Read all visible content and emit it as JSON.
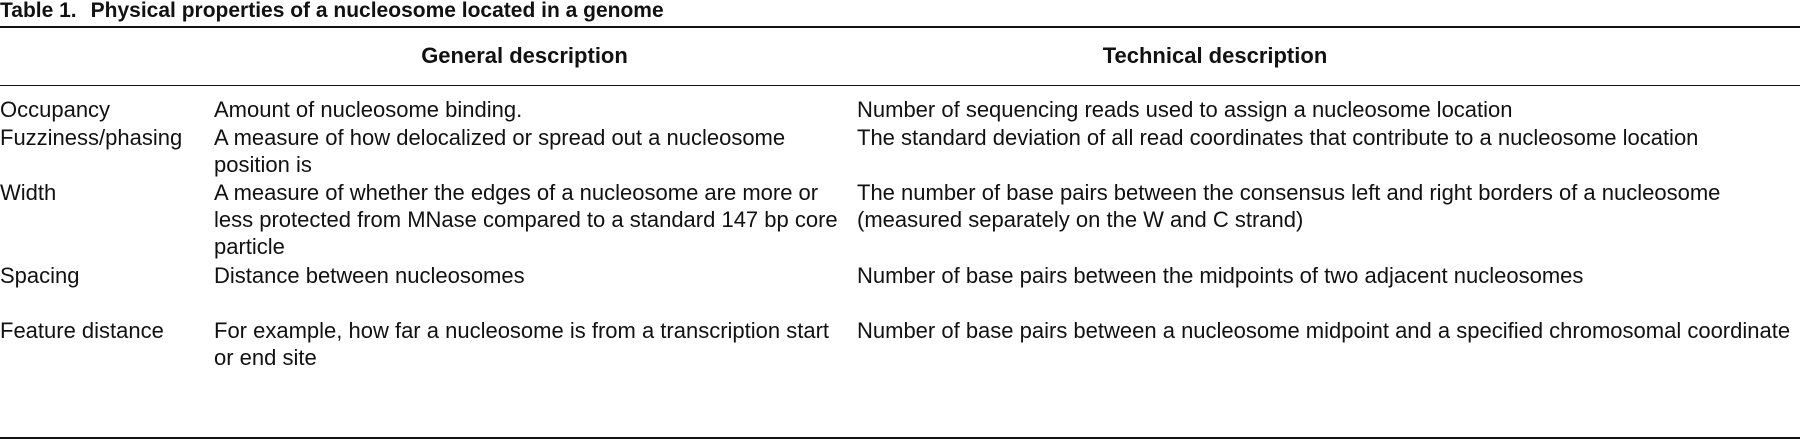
{
  "caption": {
    "label": "Table 1.",
    "title": "Physical properties of a nucleosome located in a genome"
  },
  "columns": {
    "general": "General description",
    "technical": "Technical description"
  },
  "rows": [
    {
      "property": "Occupancy",
      "general": "Amount of nucleosome binding.",
      "technical": "Number of sequencing reads used to assign a nucleosome location"
    },
    {
      "property": "Fuzziness/phasing",
      "general": "A measure of how delocalized or spread out a nucleosome position is",
      "technical": "The standard deviation of all read coordinates that contribute to a nucleosome location"
    },
    {
      "property": "Width",
      "general": "A measure of whether the edges of a nucleosome are more or less protected from MNase compared to a standard 147 bp core particle",
      "technical": "The number of base pairs between the consensus left and right borders of a nucleosome (measured separately on the W and C strand)"
    },
    {
      "property": "Spacing",
      "general": "Distance between nucleosomes",
      "technical": "Number of base pairs between the midpoints of two adjacent nucleosomes"
    },
    {
      "property": "Feature distance",
      "general": "For example, how far a nucleosome is from a transcription start or end site",
      "technical": "Number of base pairs between a nucleosome midpoint and a specified chromosomal coordinate"
    }
  ]
}
